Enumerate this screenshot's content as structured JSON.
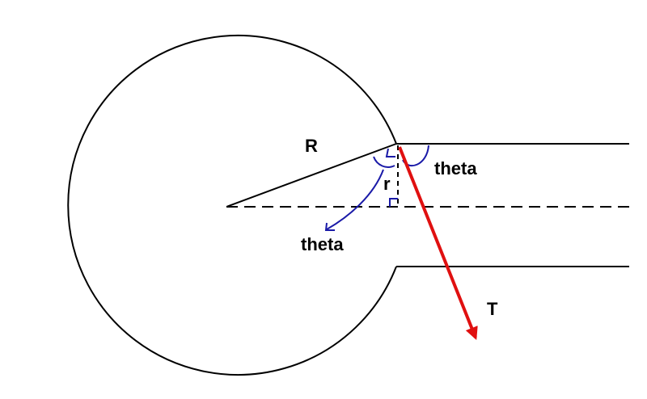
{
  "labels": {
    "radius": "R",
    "moment_arm": "r",
    "angle_right": "theta",
    "angle_left": "theta",
    "force": "T"
  },
  "colors": {
    "outline": "#000000",
    "angle_marks": "#1a1aa8",
    "force_arrow": "#e01010",
    "label_text": "#000000",
    "background": "#ffffff"
  }
}
